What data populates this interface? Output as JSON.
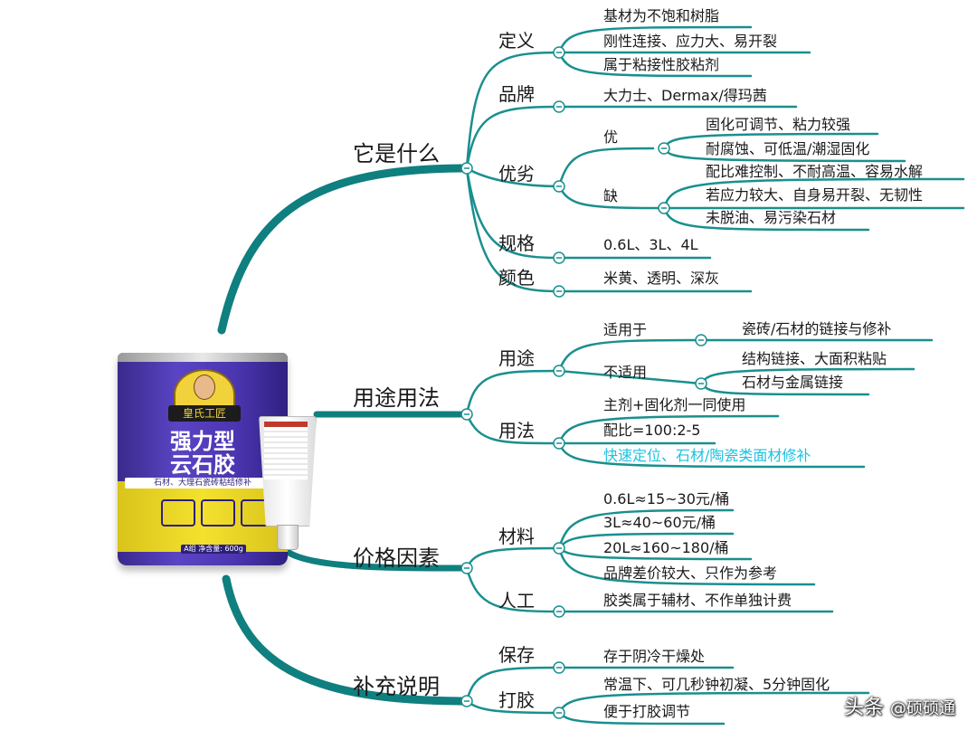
{
  "nodes": {
    "what": {
      "label": "它是什么",
      "definition": {
        "label": "定义",
        "items": [
          "基材为不饱和树脂",
          "刚性连接、应力大、易开裂",
          "属于粘接性胶粘剂"
        ]
      },
      "brand": {
        "label": "品牌",
        "items": [
          "大力士、Dermax/得玛茜"
        ]
      },
      "pros_cons": {
        "label": "优劣",
        "pros": {
          "label": "优",
          "items": [
            "固化可调节、粘力较强",
            "耐腐蚀、可低温/潮湿固化"
          ]
        },
        "cons": {
          "label": "缺",
          "items": [
            "配比难控制、不耐高温、容易水解",
            "若应力较大、自身易开裂、无韧性",
            "未脱油、易污染石材"
          ]
        }
      },
      "spec": {
        "label": "规格",
        "items": [
          "0.6L、3L、4L"
        ]
      },
      "color": {
        "label": "颜色",
        "items": [
          "米黄、透明、深灰"
        ]
      }
    },
    "usage": {
      "label": "用途用法",
      "purpose": {
        "label": "用途",
        "suitable": {
          "label": "适用于",
          "items": [
            "瓷砖/石材的链接与修补"
          ]
        },
        "unsuitable": {
          "label": "不适用",
          "items": [
            "结构链接、大面积粘贴",
            "石材与金属链接"
          ]
        }
      },
      "method": {
        "label": "用法",
        "items": [
          "主剂+固化剂一同使用",
          "配比=100:2-5",
          "快速定位、石材/陶瓷类面材修补"
        ]
      }
    },
    "price": {
      "label": "价格因素",
      "material": {
        "label": "材料",
        "items": [
          "0.6L≈15~30元/桶",
          "3L≈40~60元/桶",
          "20L≈160~180/桶",
          "品牌差价较大、只作为参考"
        ]
      },
      "labor": {
        "label": "人工",
        "items": [
          "胶类属于辅材、不作单独计费"
        ]
      }
    },
    "notes": {
      "label": "补充说明",
      "storage": {
        "label": "保存",
        "items": [
          "存于阴冷干燥处"
        ]
      },
      "gluing": {
        "label": "打胶",
        "items": [
          "常温下、可几秒钟初凝、5分钟固化",
          "便于打胶调节"
        ]
      }
    }
  },
  "product": {
    "badge": "皇氏工匠",
    "name_line1": "强力型",
    "name_line2": "云石胶",
    "tagline": "石材、大理石瓷砖粘结修补",
    "net_weight": "A组 净含量: 600g"
  },
  "watermark": {
    "prefix": "头条",
    "handle": "@硕硕通"
  },
  "colors": {
    "branch": "#0f7f7f",
    "leaf_line": "#1a8f8f",
    "highlight": "#1ec1e0",
    "can_purple": "#4b35b0",
    "can_yellow": "#f4e12e"
  }
}
